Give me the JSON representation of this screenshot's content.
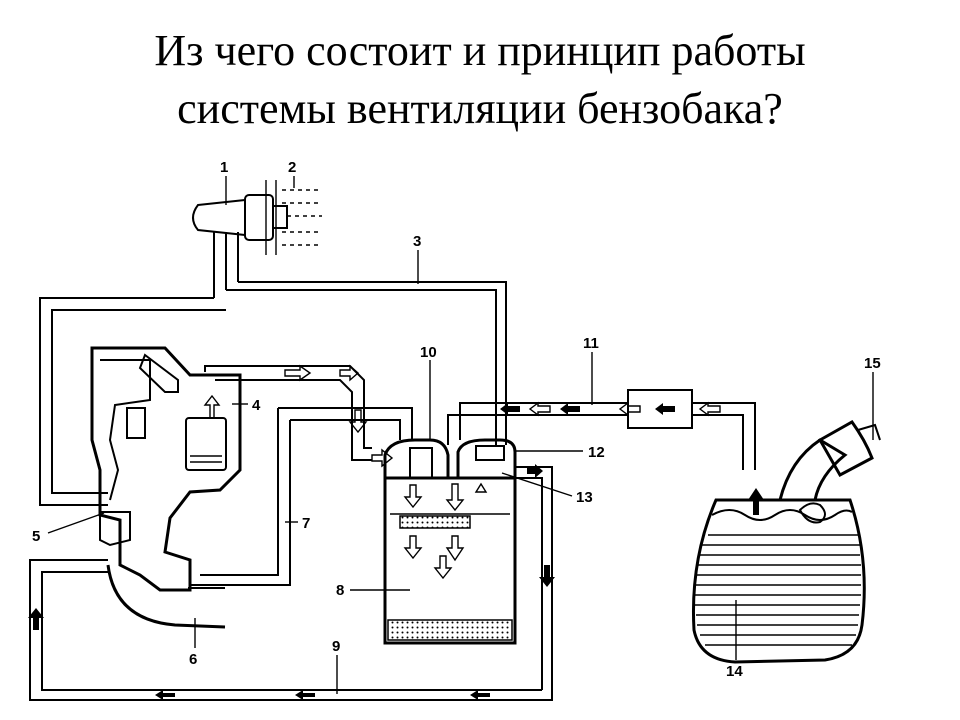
{
  "title": {
    "line1": "Из чего состоит и принцип работы",
    "line2": "системы вентиляции бензобака?"
  },
  "labels": {
    "l1": "1",
    "l2": "2",
    "l3": "3",
    "l4": "4",
    "l5": "5",
    "l6": "6",
    "l7": "7",
    "l8": "8",
    "l9": "9",
    "l10": "10",
    "l11": "11",
    "l12": "12",
    "l13": "13",
    "l14": "14",
    "l15": "15"
  },
  "colors": {
    "ink": "#000000",
    "background": "#ffffff"
  }
}
